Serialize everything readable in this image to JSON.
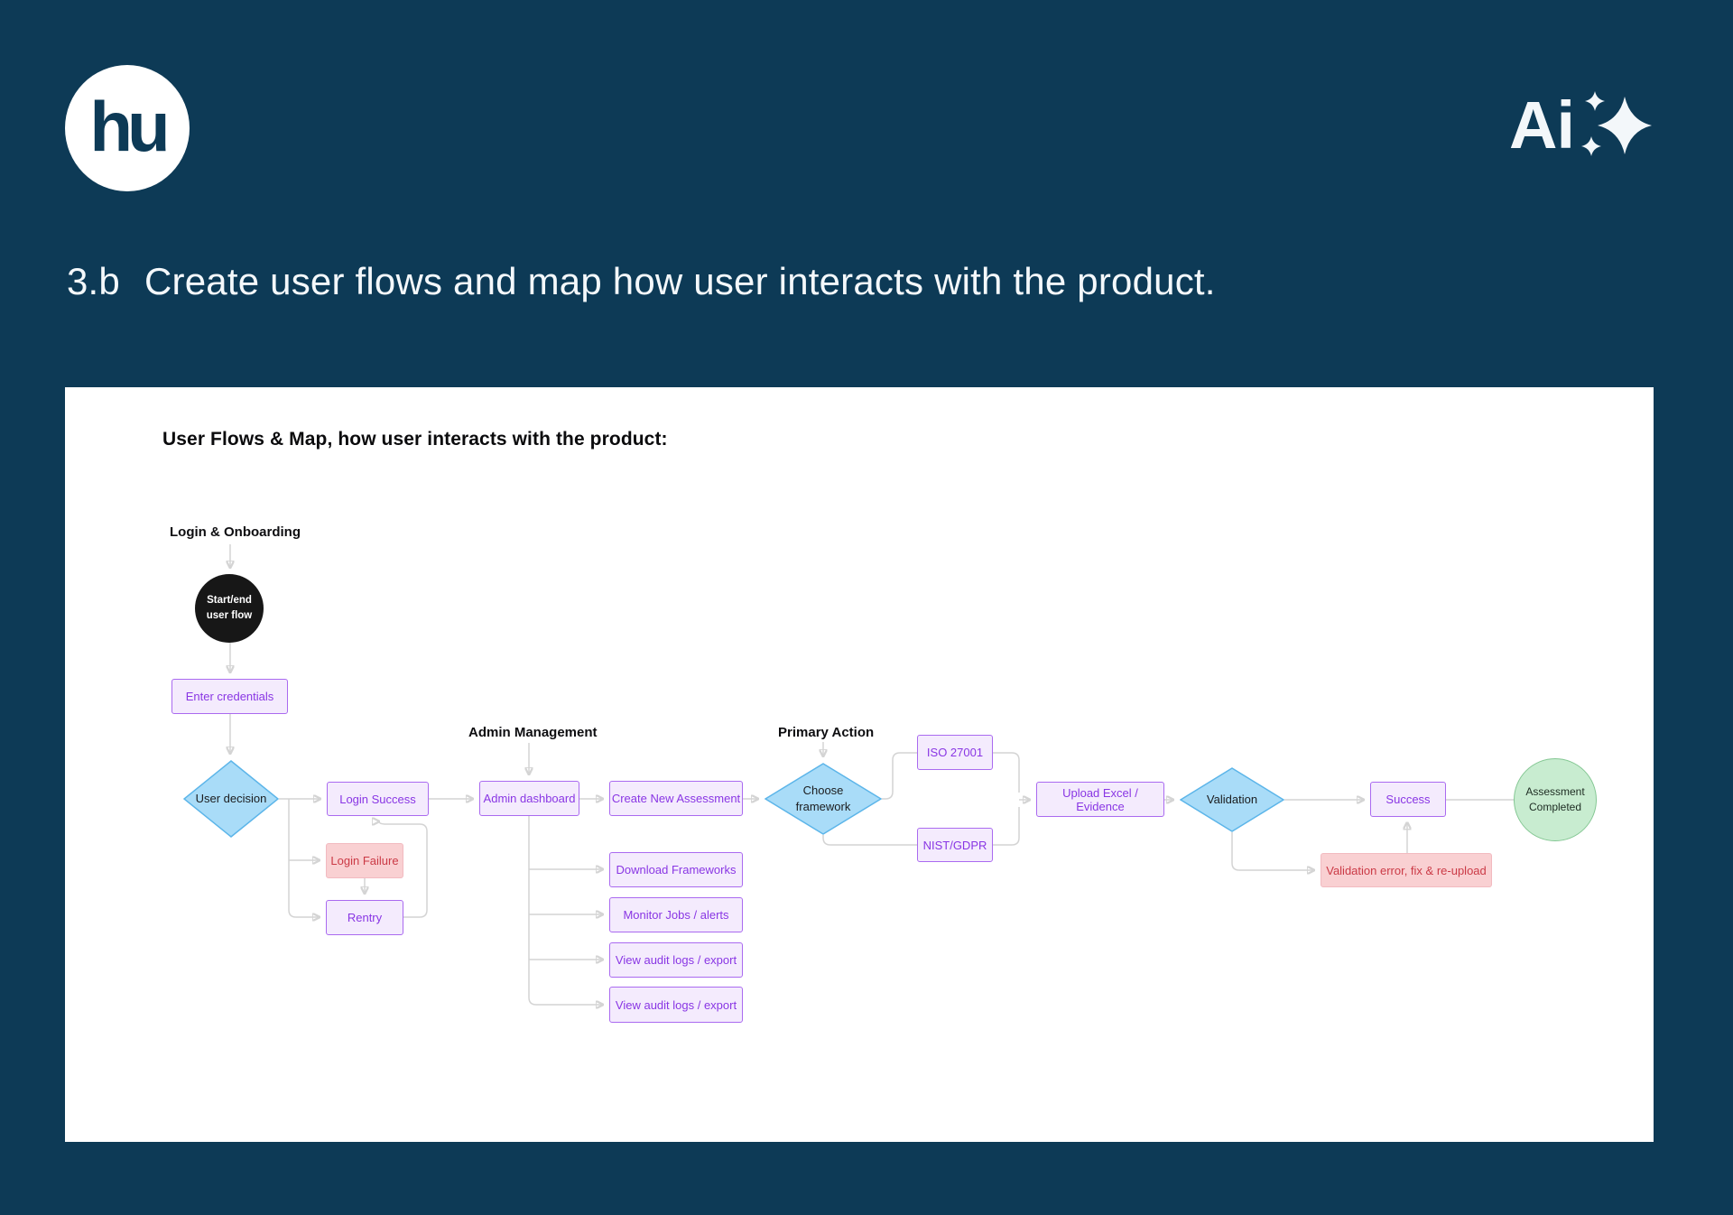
{
  "slide": {
    "logo_monogram": "hu",
    "brand": {
      "text": "Ai",
      "icon": "sparkles-icon"
    },
    "heading_number": "3.b",
    "heading": "Create user flows and map how user interacts with the product."
  },
  "panel": {
    "title": "User Flows & Map, how user interacts with the product:"
  },
  "sections": [
    {
      "id": "login",
      "label": "Login & Onboarding"
    },
    {
      "id": "admin",
      "label": "Admin Management"
    },
    {
      "id": "primary",
      "label": "Primary Action"
    }
  ],
  "nodes": {
    "start": "Start/end user flow",
    "enter_credentials": "Enter credentials",
    "user_decision": "User decision",
    "login_success": "Login Success",
    "login_failure": "Login Failure",
    "rentry": "Rentry",
    "admin_dashboard": "Admin dashboard",
    "create_new_assessment": "Create New Assessment",
    "download_frameworks": "Download Frameworks",
    "monitor_jobs": "Monitor Jobs / alerts",
    "view_audit_logs_1": "View audit logs / export",
    "view_audit_logs_2": "View audit logs / export",
    "choose_framework": "Choose framework",
    "iso_27001": "ISO 27001",
    "nist_gdpr": "NIST/GDPR",
    "upload_excel": "Upload Excel / Evidence",
    "validation": "Validation",
    "success": "Success",
    "validation_error": "Validation error, fix & re-upload",
    "assessment_completed": "Assessment Completed"
  },
  "colors": {
    "background": "#0d3a56",
    "panel": "#ffffff",
    "purple_fill": "#f4ebfd",
    "purple_border": "#aa6af0",
    "purple_text": "#8936e4",
    "pink_fill": "#f9d0d2",
    "pink_text": "#cb3a46",
    "blue_fill": "#a9dcf8",
    "blue_border": "#5cb5e9",
    "green_fill": "#c8ecd0",
    "green_border": "#84c793",
    "start_node": "#171717",
    "connector": "#d4d4d4"
  }
}
